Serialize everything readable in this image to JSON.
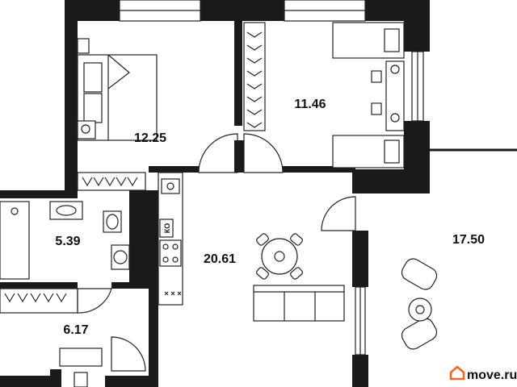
{
  "rooms": [
    {
      "id": "bedroom-left",
      "area": "12.25"
    },
    {
      "id": "bedroom-right",
      "area": "11.46"
    },
    {
      "id": "bathroom",
      "area": "5.39"
    },
    {
      "id": "living-kitchen",
      "area": "20.61"
    },
    {
      "id": "balcony",
      "area": "17.50"
    },
    {
      "id": "hallway",
      "area": "6.17"
    }
  ],
  "appliance_label": "КО",
  "brand": {
    "name": "move.ru",
    "color": "#f26522"
  },
  "colors": {
    "wall": "#1a1a1a",
    "line": "#222222",
    "background": "#ffffff"
  }
}
